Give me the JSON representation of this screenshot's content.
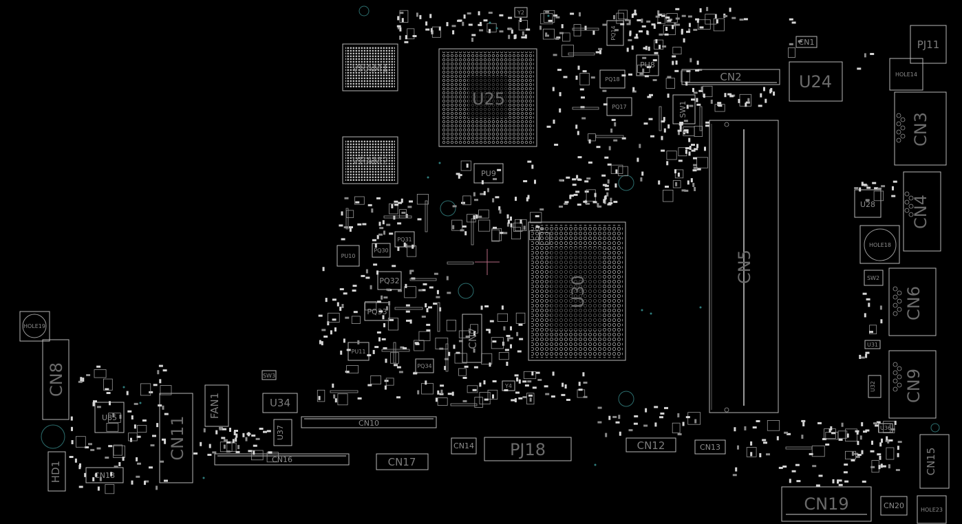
{
  "viewer": {
    "background": "#000000",
    "outline_color": "#b9b9b9",
    "label_color": "#6a6a6a",
    "via_color": "#2f7d7d",
    "cursor_color": "#b86a82"
  },
  "components": {
    "vram1": "VRAM1",
    "vram2": "VRAM2",
    "u25": "U25",
    "u30": "U30",
    "u24": "U24",
    "u34": "U34",
    "u37": "U37",
    "u85": "U85",
    "u28": "U28",
    "u32": "U32",
    "u31": "U31",
    "u36": "U36",
    "cn1": "CN1",
    "cn2": "CN2",
    "cn3": "CN3",
    "cn4": "CN4",
    "cn5": "CN5",
    "cn6": "CN6",
    "cn7": "CN7",
    "cn8": "CN8",
    "cn9": "CN9",
    "cn10": "CN10",
    "cn11": "CN11",
    "cn12": "CN12",
    "cn13": "CN13",
    "cn14": "CN14",
    "cn15": "CN15",
    "cn16": "CN16",
    "cn17": "CN17",
    "cn18": "CN18",
    "cn19": "CN19",
    "cn20": "CN20",
    "pj11": "PJ11",
    "pj18": "PJ18",
    "fan1": "FAN1",
    "hd1": "HD1",
    "sw1": "SW1",
    "sw2": "SW2",
    "sw3": "SW3",
    "hole14": "HOLE14",
    "hole18": "HOLE18",
    "hole19": "HOLE19",
    "hole23": "HOLE23",
    "pu9": "PU9",
    "pu8": "PU8",
    "pu10": "PU10",
    "pu11": "PU11",
    "pq18": "PQ18",
    "pq17": "PQ17",
    "pq14": "PQ14",
    "pq30": "PQ30",
    "pq31": "PQ31",
    "pq32": "PQ32",
    "pq33": "PQ33",
    "pq34": "PQ34",
    "y2": "Y2",
    "y4": "Y4"
  }
}
